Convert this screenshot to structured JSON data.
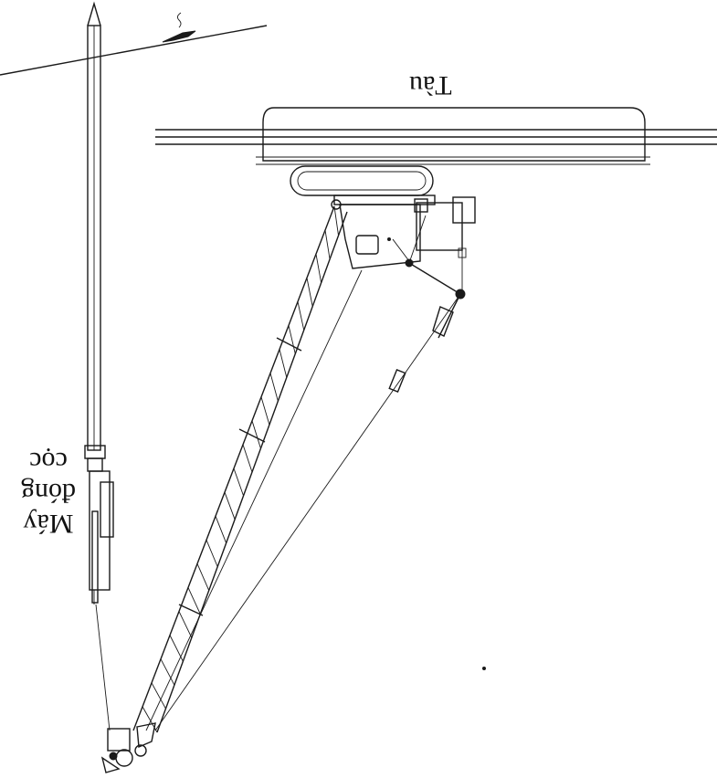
{
  "labels": {
    "ship": "Tàu",
    "pile_driver": [
      "Máy",
      "đóng",
      "cọc"
    ]
  }
}
